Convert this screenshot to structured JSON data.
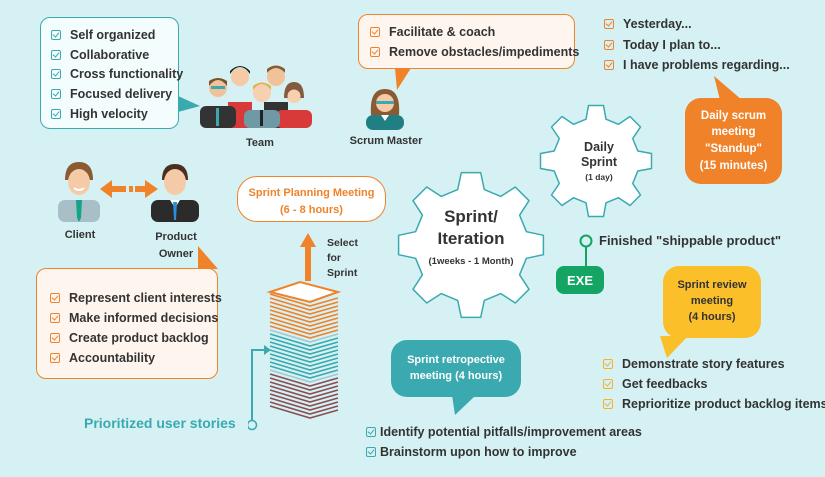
{
  "colors": {
    "background": "#d5f1f3",
    "teal": "#3aa9b0",
    "orange": "#f0822a",
    "yellow": "#fbbf2a",
    "green": "#14a463",
    "maroon": "#8a4f55"
  },
  "team": {
    "label": "Team",
    "items": [
      "Self organized",
      "Collaborative",
      "Cross functionality",
      "Focused delivery",
      "High velocity"
    ]
  },
  "scrum_master": {
    "label": "Scrum Master",
    "items": [
      "Facilitate & coach",
      "Remove obstacles/impediments"
    ]
  },
  "standup": {
    "items": [
      "Yesterday...",
      "Today I plan to...",
      "I have problems regarding..."
    ],
    "bubble_lines": [
      "Daily scrum",
      "meeting",
      "\"Standup\"",
      "(15 minutes)"
    ]
  },
  "client": {
    "label": "Client"
  },
  "product_owner": {
    "label_line1": "Product",
    "label_line2": "Owner",
    "items": [
      "Represent client interests",
      "Make informed decisions",
      "Create product backlog",
      "Accountability"
    ]
  },
  "sprint_planning": {
    "line1": "Sprint Planning Meeting",
    "line2": "(6 - 8 hours)"
  },
  "select_for_sprint": [
    "Select",
    "for",
    "Sprint"
  ],
  "daily_sprint": {
    "line1": "Daily",
    "line2": "Sprint",
    "line3": "(1 day)"
  },
  "sprint_iteration": {
    "line1": "Sprint/",
    "line2": "Iteration",
    "line3": "(1weeks - 1 Month)"
  },
  "finished": {
    "label": "Finished \"shippable product\"",
    "badge": "EXE"
  },
  "review": {
    "bubble_lines": [
      "Sprint review",
      "meeting",
      "(4 hours)"
    ],
    "items": [
      "Demonstrate story features",
      "Get feedbacks",
      "Reprioritize product backlog items"
    ]
  },
  "retro": {
    "bubble_lines": [
      "Sprint retropective",
      "meeting (4 hours)"
    ],
    "items": [
      "Identify potential pitfalls/improvement areas",
      "Brainstorm upon how to improve"
    ]
  },
  "backlog": {
    "label": "Prioritized user stories"
  }
}
